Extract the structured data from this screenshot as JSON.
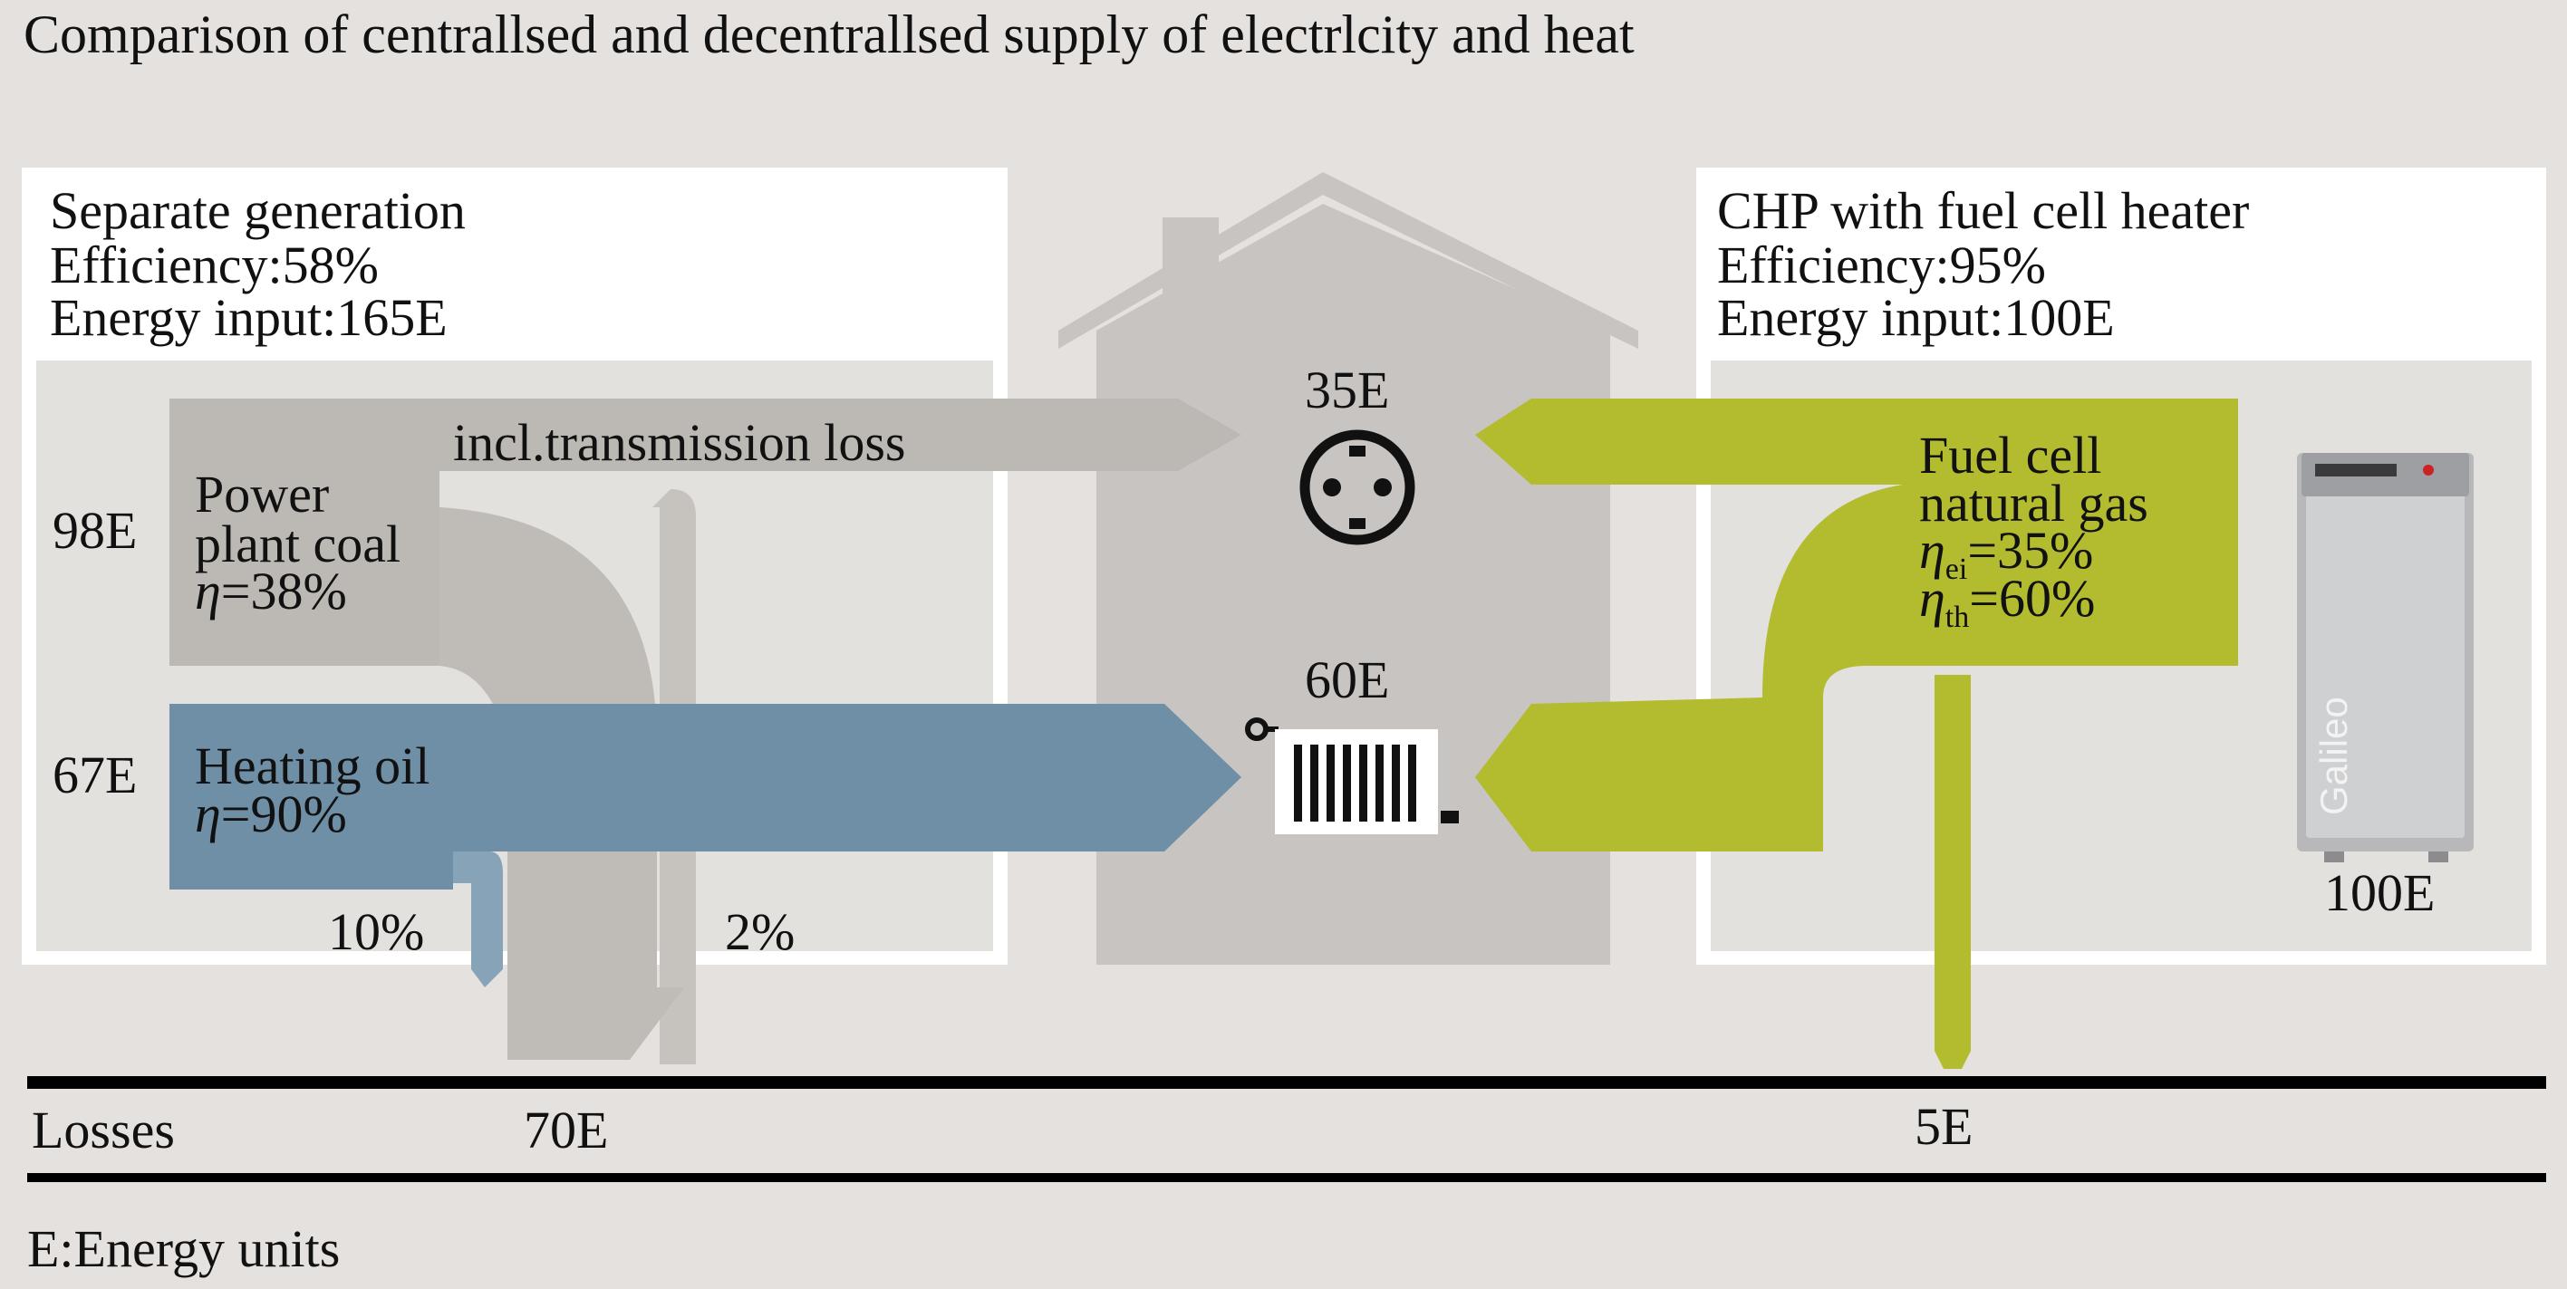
{
  "title": "Comparison of centrallsed and decentrallsed supply of electrlcity and heat",
  "left_panel": {
    "title": "Separate generation",
    "efficiency": "Efficiency:58%",
    "energy_input": "Energy input:165E",
    "coal_input": "98E",
    "coal_label_1": "Power",
    "coal_label_2": "plant coal",
    "coal_eta_symbol": "η",
    "coal_eta_value": "=38%",
    "transmission_label": "incl.transmission loss",
    "oil_input": "67E",
    "oil_label": "Heating oil",
    "oil_eta_symbol": "η",
    "oil_eta_value": "=90%",
    "oil_loss_pct": "10%",
    "transmission_loss_pct": "2%"
  },
  "house": {
    "electricity_value": "35E",
    "heat_value": "60E"
  },
  "right_panel": {
    "title": "CHP with fuel cell heater",
    "efficiency": "Efficiency:95%",
    "energy_input": "Energy input:100E",
    "fuelcell_label_1": "Fuel cell",
    "fuelcell_label_2": "natural gas",
    "eta_symbol": "η",
    "eta_el_sub": "ei",
    "eta_el_value": "=35%",
    "eta_th_sub": "th",
    "eta_th_value": "=60%",
    "appliance_brand": "Galileo",
    "appliance_input": "100E"
  },
  "losses": {
    "label": "Losses",
    "left_value": "70E",
    "right_value": "5E"
  },
  "footnote": "E:Energy units",
  "colors": {
    "background": "#e4e1de",
    "panel_white": "#ffffff",
    "panel_fill": "#e3e1de",
    "house": "#c7c4c1",
    "coal_flow": "#bcb8b3",
    "oil_flow": "#6e8fa6",
    "fuelcell_flow": "#b3bb2f",
    "rule": "#000000"
  }
}
